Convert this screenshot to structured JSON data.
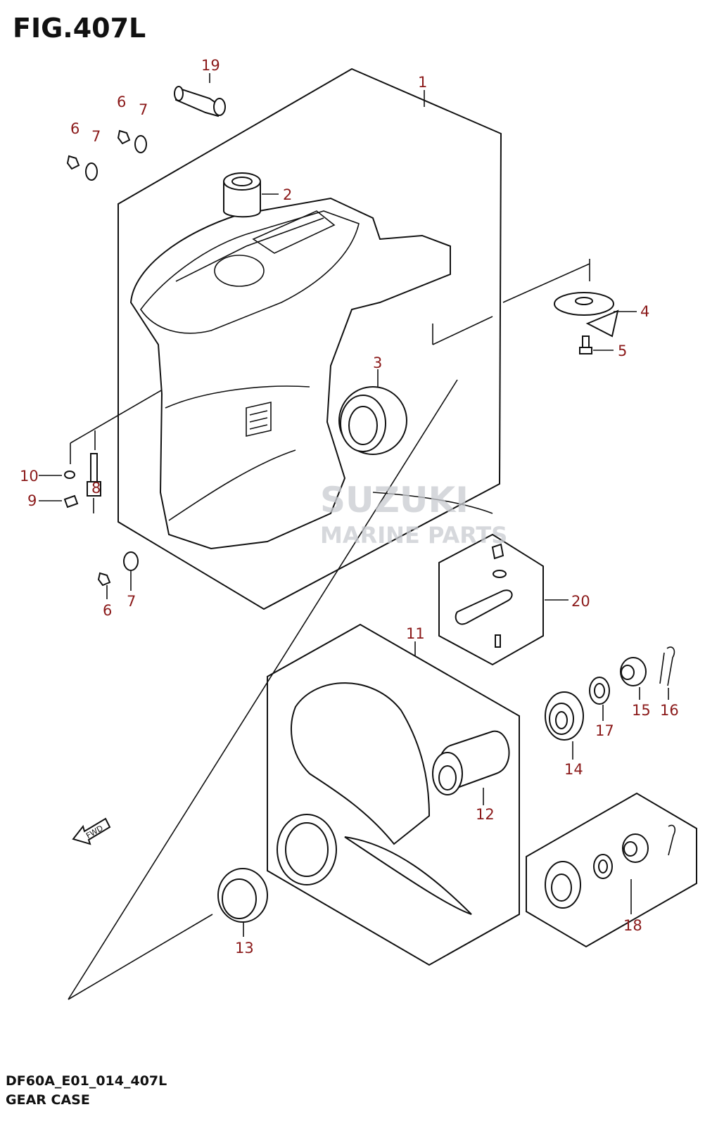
{
  "figure": {
    "title": "FIG.407L",
    "code": "DF60A_E01_014_407L",
    "name": "GEAR CASE"
  },
  "watermark": {
    "brand": "SUZUKI",
    "subtitle": "MARINE PARTS"
  },
  "fwd_label": "FWD",
  "callouts": [
    "1",
    "2",
    "3",
    "4",
    "5",
    "6",
    "7",
    "8",
    "9",
    "10",
    "11",
    "12",
    "13",
    "14",
    "15",
    "16",
    "17",
    "18",
    "19",
    "20",
    "6",
    "7",
    "6",
    "7",
    "6",
    "7"
  ],
  "colors": {
    "callout": "#8b1a1a",
    "line": "#111111",
    "watermark": "#c9ccd1"
  }
}
